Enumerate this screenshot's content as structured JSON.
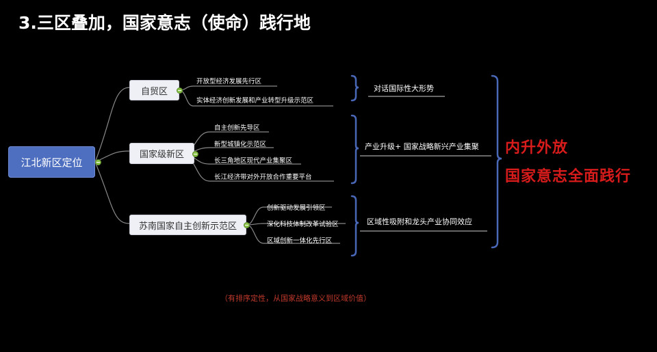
{
  "title": "3.三区叠加，国家意志（使命）践行地",
  "root": {
    "label": "江北新区定位"
  },
  "branches": [
    {
      "label": "自贸区",
      "leaves": [
        "开放型经济发展先行区",
        "实体经济创新发展和产业转型升级示范区"
      ],
      "result": "对话国际性大形势"
    },
    {
      "label": "国家级新区",
      "leaves": [
        "自主创新先导区",
        "新型城镇化示范区",
        "长三角地区现代产业集聚区",
        "长江经济带对外开放合作重要平台"
      ],
      "result": "产业升级+ 国家战略新兴产业集聚"
    },
    {
      "label": "苏南国家自主创新示范区",
      "leaves": [
        "创新驱动发展引领区",
        "深化科技体制改革试验区",
        "区域创新一体化先行区"
      ],
      "result": "区域性吸附和龙头产业协同效应"
    }
  ],
  "conclusion": {
    "line1": "内升外放",
    "line2": "国家意志全面践行"
  },
  "note": "（有排序定性，从国家战略意义到区域价值）",
  "colors": {
    "root": "#4e6fc0",
    "conclusion": "#d81b1b",
    "note": "#c0392b",
    "bracket": "#4a68b8",
    "toggle": "#8bc34a"
  }
}
